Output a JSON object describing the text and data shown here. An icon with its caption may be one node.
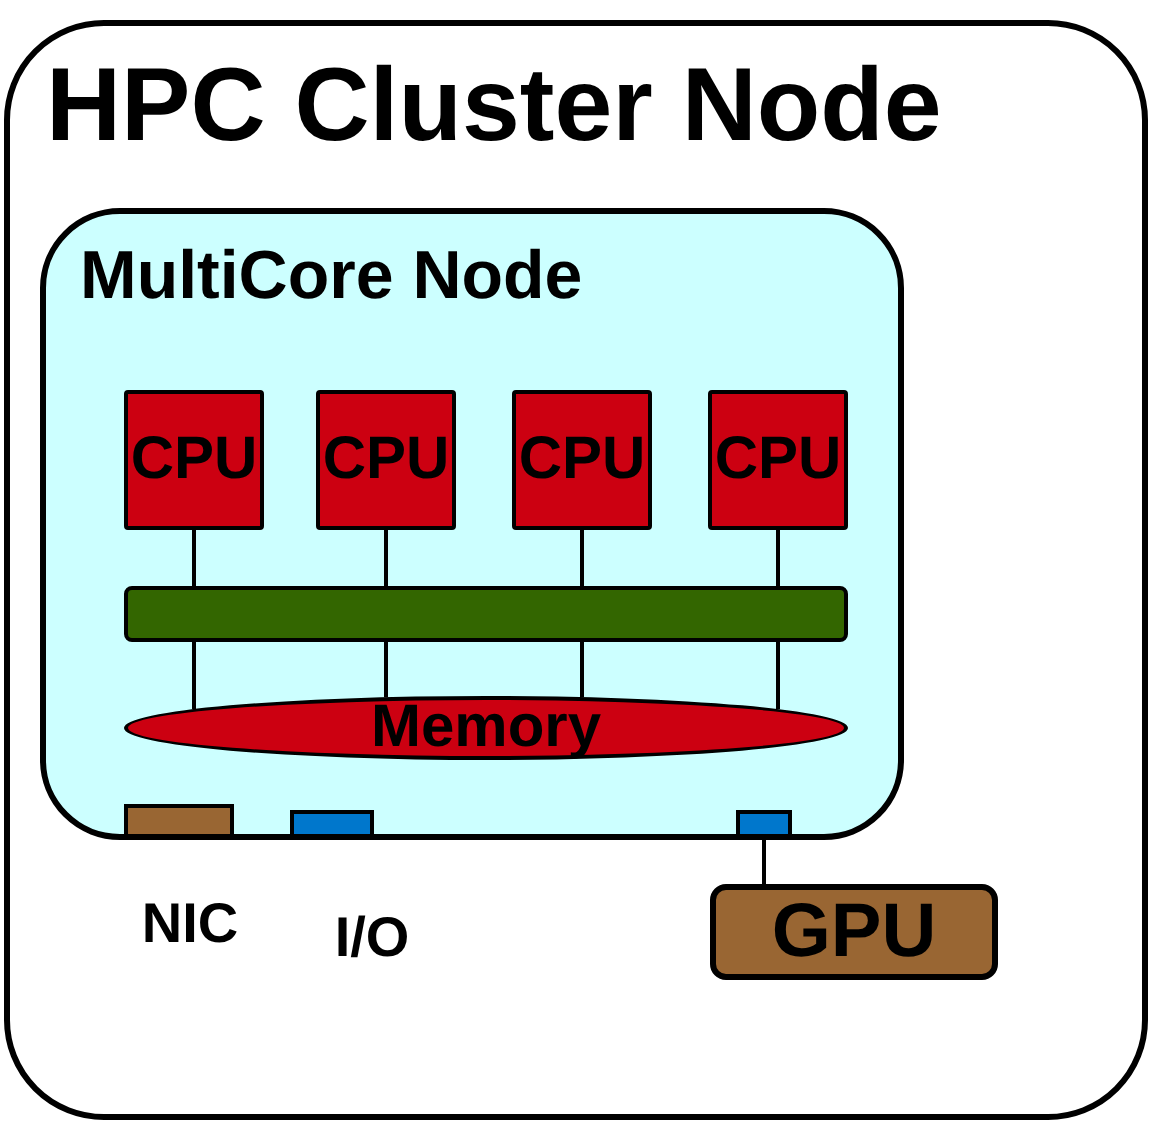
{
  "diagram": {
    "nodes": [
      {
        "text": [
          "HPC Cluster Node"
        ]
      },
      {
        "text": [
          "MultiCore Node"
        ],
        "in": 0
      },
      {
        "text": [
          "CPU"
        ],
        "in": 1
      },
      {
        "text": [
          "CPU"
        ],
        "in": 1
      },
      {
        "text": [
          "CPU"
        ],
        "in": 1
      },
      {
        "text": [
          "CPU"
        ],
        "in": 1
      },
      {
        "text": [],
        "shape": "bar",
        "in": 1
      },
      {
        "text": [
          "Memory"
        ],
        "in": 1
      },
      {
        "text": [],
        "shape": "box",
        "in": 1,
        "beside": [
          "NIC"
        ]
      },
      {
        "text": [],
        "shape": "box",
        "in": 1,
        "beside": [
          "I/O"
        ]
      },
      {
        "text": [],
        "shape": "box",
        "in": 1
      },
      {
        "text": [
          "GPU"
        ],
        "in": 0
      }
    ],
    "edges": [
      {
        "from": 2,
        "to": 6,
        "arrow": "none"
      },
      {
        "from": 3,
        "to": 6,
        "arrow": "none"
      },
      {
        "from": 4,
        "to": 6,
        "arrow": "none"
      },
      {
        "from": 5,
        "to": 6,
        "arrow": "none"
      },
      {
        "from": 6,
        "to": 7,
        "arrow": "none"
      },
      {
        "from": 6,
        "to": 7,
        "arrow": "none"
      },
      {
        "from": 6,
        "to": 7,
        "arrow": "none"
      },
      {
        "from": 6,
        "to": 7,
        "arrow": "none"
      },
      {
        "from": 10,
        "to": 11,
        "arrow": "none"
      }
    ]
  }
}
